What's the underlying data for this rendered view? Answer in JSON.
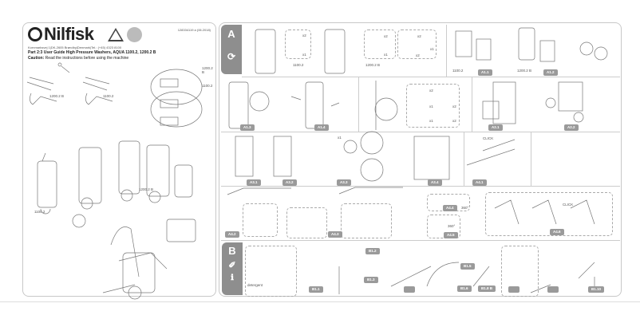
{
  "left_page": {
    "brand": "Nilfisk",
    "doc_number": "128334119 a (06.2018)",
    "address": "Kornmarksvej 1|DK-2605 Brøndby|Denmark|Tel.: (+45) 4323 8100",
    "title": "Part 2:3 User Guide High Pressure Washers, AQUA 1100.2, 1200.2 B",
    "caution_label": "Caution:",
    "caution_text": "Read the instructions before using the machine",
    "labels": {
      "nozzle_1200": "1200.2 B",
      "nozzle_1100": "1100.2",
      "accessory_1200": "1200.2 B",
      "accessory_1100": "1100.2",
      "machine_1100": "1100.2",
      "machine_1200": "1200.2 B"
    }
  },
  "right_page": {
    "section_a": {
      "tab": "A",
      "icon": "assembly-icon",
      "model_labels": [
        "1100.2",
        "1200.2 B",
        "1100.2",
        "1200.2 B"
      ],
      "quantities": [
        "x2",
        "x1",
        "x2",
        "x1",
        "x2",
        "x1",
        "x2",
        "x2",
        "x1",
        "x1",
        "x2",
        "x2",
        "x1"
      ],
      "steps": [
        "A1.1",
        "A1.2",
        "A1.3",
        "A1.4",
        "A2.1",
        "A2.2",
        "A3.1",
        "A3.2",
        "A3.3",
        "A3.4",
        "A4.1",
        "A4.2",
        "A4.3",
        "A4.4",
        "A4.5",
        "A4.6"
      ],
      "click_label": "CLICK",
      "angle_label": "360°"
    },
    "section_b": {
      "tab": "B",
      "icons": [
        "spray-gun-icon",
        "info-book-icon"
      ],
      "steps": [
        "B1.1",
        "B1.2",
        "B1.3",
        "",
        "B1.5",
        "B1.6",
        "B1.8 B",
        "",
        "",
        "B1.10"
      ],
      "detergent_label": "detergent"
    }
  }
}
